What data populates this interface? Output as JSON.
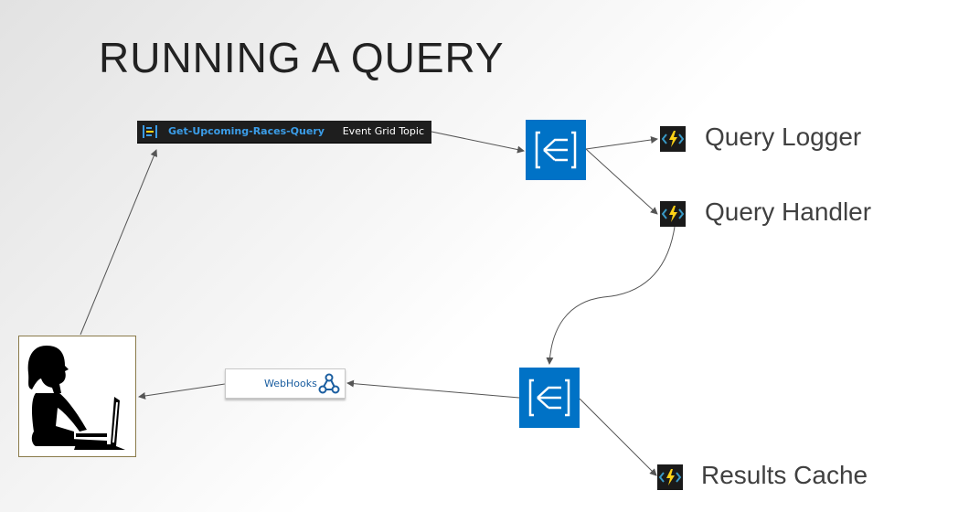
{
  "slide": {
    "title": "RUNNING A QUERY"
  },
  "topic": {
    "name": "Get-Upcoming-Races-Query",
    "type": "Event Grid Topic",
    "icon": "event-grid-topic-icon"
  },
  "functions": [
    {
      "label": "Query Logger",
      "icon": "azure-function-icon"
    },
    {
      "label": "Query Handler",
      "icon": "azure-function-icon"
    },
    {
      "label": "Results Cache",
      "icon": "azure-function-icon"
    }
  ],
  "subscriptions": [
    {
      "icon": "event-grid-subscription-icon"
    },
    {
      "icon": "event-grid-subscription-icon"
    }
  ],
  "webhooks": {
    "label": "WebHooks",
    "icon": "webhooks-icon"
  },
  "user": {
    "icon": "user-at-computer-icon"
  },
  "colors": {
    "azure_blue": "#0072c6",
    "function_yellow": "#fcd116",
    "function_blue": "#3999c6",
    "topic_text": "#3b9de8"
  }
}
